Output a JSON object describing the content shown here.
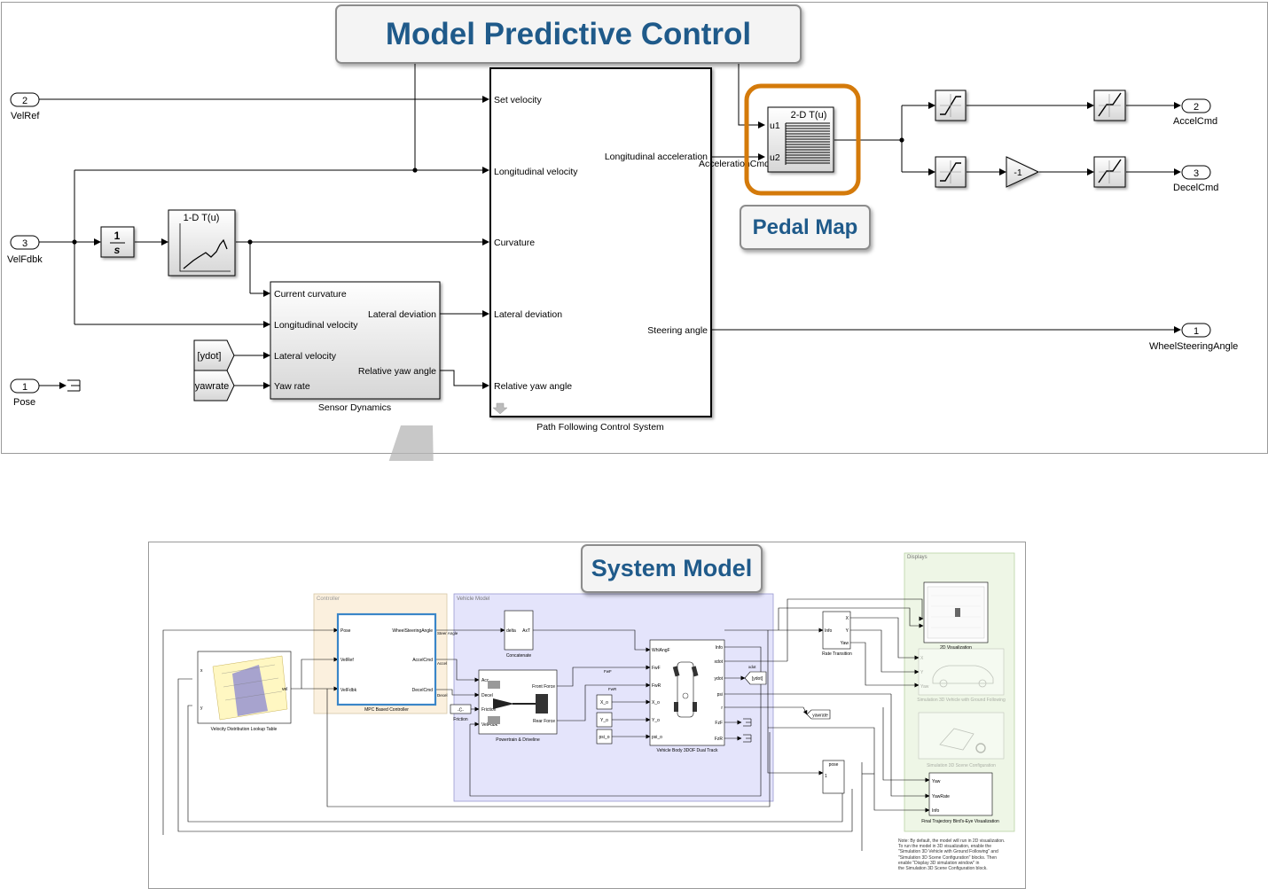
{
  "callouts": {
    "mpc_title": "Model Predictive Control",
    "pedal_map": "Pedal Map",
    "system_model": "System Model"
  },
  "top": {
    "ports": {
      "velref": {
        "num": "2",
        "label": "VelRef"
      },
      "velfdbk": {
        "num": "3",
        "label": "VelFdbk"
      },
      "pose": {
        "num": "1",
        "label": "Pose"
      },
      "accelcmd": {
        "num": "2",
        "label": "AccelCmd"
      },
      "decelcmd": {
        "num": "3",
        "label": "DecelCmd"
      },
      "wheelsteer": {
        "num": "1",
        "label": "WheelSteeringAngle"
      }
    },
    "integrator": {
      "num": "1",
      "den": "s"
    },
    "lut1d_title": "1-D T(u)",
    "lut2d": {
      "title": "2-D T(u)",
      "u1": "u1",
      "u2": "u2"
    },
    "gain": "-1",
    "from_tags": {
      "ydot": "[ydot]",
      "yawrate": "yawrate"
    },
    "sensor_dynamics": {
      "name": "Sensor Dynamics",
      "inputs": [
        "Current curvature",
        "Longitudinal velocity",
        "Lateral velocity",
        "Yaw rate"
      ],
      "outputs": [
        "Lateral deviation",
        "Relative yaw angle"
      ]
    },
    "pfcs": {
      "name": "Path Following Control System",
      "inputs": [
        "Set velocity",
        "Longitudinal velocity",
        "Curvature",
        "Lateral deviation",
        "Relative yaw angle"
      ],
      "outputs": [
        "Longitudinal acceleration",
        "Steering angle"
      ],
      "signal_label": "AccelerationCmd"
    }
  },
  "bottom": {
    "areas": {
      "controller": "Controller",
      "vehicle": "Vehicle Model",
      "displays": "Displays"
    },
    "mpc_block": {
      "name": "MPC Based Controller",
      "inputs": [
        "Pose",
        "VelRef",
        "VelFdbk"
      ],
      "outputs": [
        "WheelSteeringAngle",
        "AccelCmd",
        "DecelCmd"
      ]
    },
    "lookup_table": {
      "name": "Velocity Distribution Lookup Table",
      "in_x": "x",
      "in_y": "y",
      "out": "vel"
    },
    "concatenate": {
      "name": "Concatenate",
      "in": "delta",
      "out": "AxT"
    },
    "powertrain": {
      "name": "Powertrain & Driveline",
      "inputs": [
        "Acc",
        "Decel",
        "Friction",
        "VelFdbk"
      ],
      "outputs": [
        "Front Force",
        "Rear Force"
      ]
    },
    "friction_const": {
      "value": "-C-",
      "label": "Friction"
    },
    "vehicle_body": {
      "name": "Vehicle Body 3DOF Dual Track",
      "inputs": [
        "WhlAngF",
        "FwF",
        "FwR",
        "X_o",
        "Y_o",
        "psi_o"
      ],
      "outputs": [
        "Info",
        "xdot",
        "ydot",
        "psi",
        "r",
        "FzF",
        "FzR"
      ]
    },
    "ic_blocks": [
      "X_o",
      "Y_o",
      "psi_o"
    ],
    "signal_labels": {
      "steer": "Steer Angle",
      "accel": "Accel",
      "decel": "Decel",
      "fwf": "FwF",
      "fwr": "FwR",
      "xdot": "xdot"
    },
    "goto_tags": {
      "ydot": "[ydot]",
      "yawrate": "yawrate"
    },
    "rate_transition": {
      "name": "Rate Transition",
      "in": "Info",
      "outputs": [
        "X",
        "Y",
        "Yaw"
      ]
    },
    "pose_block": {
      "label": "pose",
      "in": "1"
    },
    "displays": {
      "viz2d": "2D Visualization",
      "sim3d_vehicle": "Simulation 3D Vehicle with Ground Following",
      "sim3d_vehicle_ports": [
        "X",
        "Y",
        "Yaw"
      ],
      "sim3d_scene": "Simulation 3D Scene Configuration",
      "birds_eye": "Final Trajectory Bird's-Eye Visualization",
      "birds_eye_ports": [
        "Yaw",
        "YawRate",
        "Info"
      ]
    },
    "note_lines": [
      "Note: By default, the model will run in 2D visualization.",
      "To run the model in 3D visualization, enable the",
      "\"Simulation 3D Vehicle with Ground Following\" and",
      "\"Simulation 3D Scene Configuration\" blocks. Then",
      "enable \"Display 3D simulation window\" in",
      "the Simulation 3D Scene Configuration block."
    ]
  },
  "colors": {
    "callout_text": "#1f5a8a",
    "pedal_highlight": "#d47a0a",
    "controller_area": "#fbf0de",
    "vehicle_area": "#e4e4fb",
    "displays_area": "#eef6e6",
    "mpc_block_border": "#3a86c8"
  }
}
